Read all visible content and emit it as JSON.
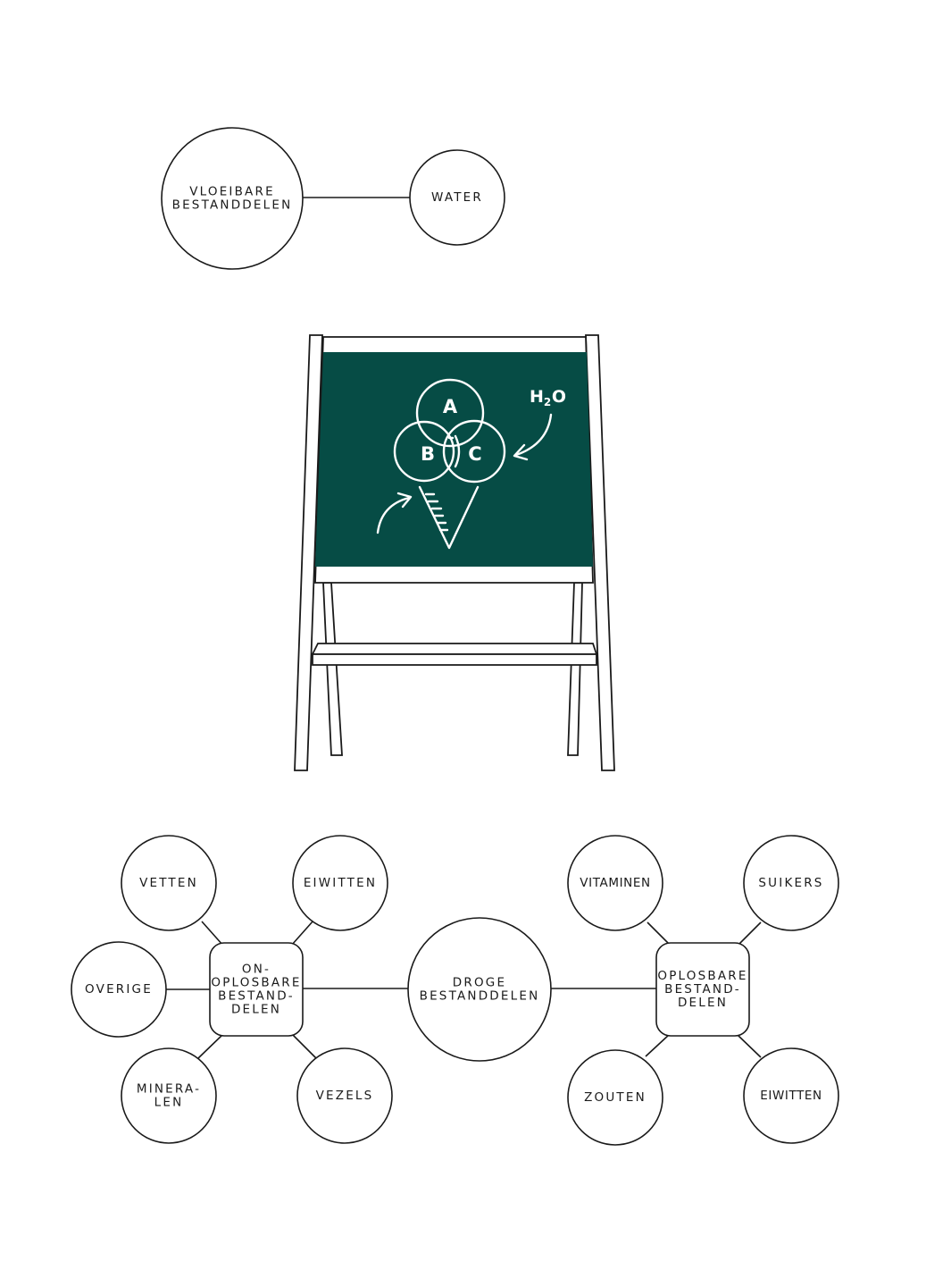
{
  "colors": {
    "ink": "#1a1a1a",
    "board": "#064c45",
    "chalk": "#ffffff"
  },
  "top_group": {
    "liquid": "VLOEIBARE\nBESTANDDELEN",
    "water": "WATER"
  },
  "blackboard": {
    "circle_a": "A",
    "circle_b": "B",
    "circle_c": "C",
    "h2o_main": "H",
    "h2o_sub": "2",
    "h2o_tail": "O"
  },
  "bottom_group": {
    "dry": "DROGE\nBESTANDDELEN",
    "insoluble": "ON-\nOPLOSBARE\nBESTAND-\nDELEN",
    "soluble": "OPLOSBARE\nBESTAND-\nDELEN",
    "insoluble_children": {
      "vetten": "VETTEN",
      "eiwitten": "EIWITTEN",
      "overige": "OVERIGE",
      "mineralen": "MINERA-\nLEN",
      "vezels": "VEZELS"
    },
    "soluble_children": {
      "vitaminen": "VITAMINEN",
      "suikers": "SUIKERS",
      "zouten": "ZOUTEN",
      "eiwitten": "EIWITTEN"
    }
  }
}
